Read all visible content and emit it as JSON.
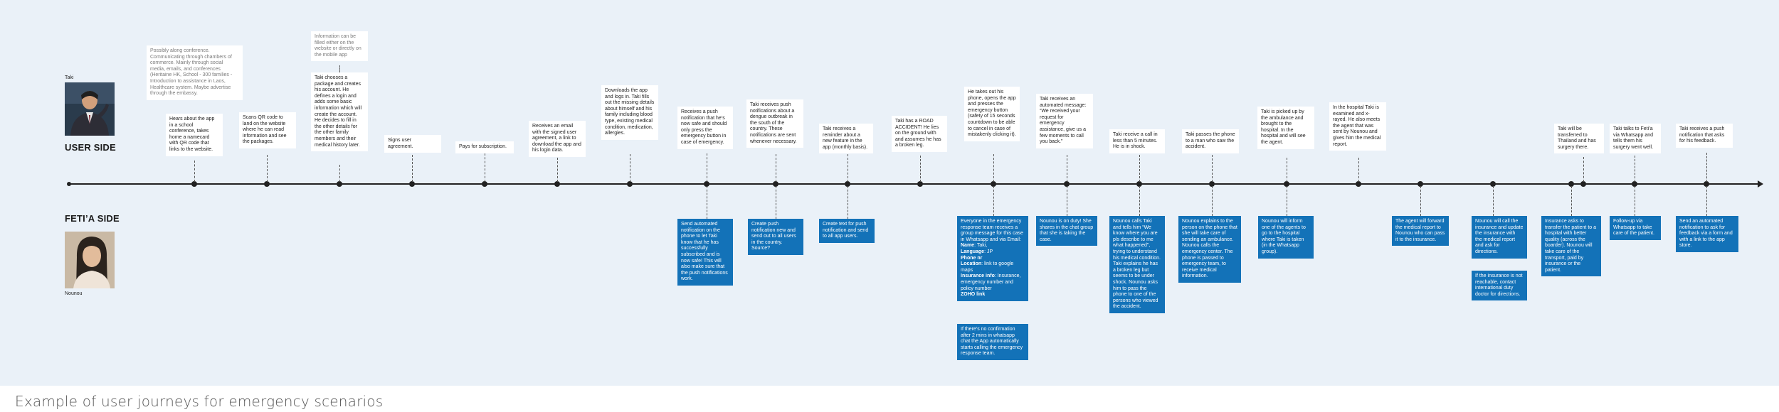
{
  "caption": "Example of user journeys for emergency scenarios",
  "personas": {
    "user": {
      "small_label": "Taki",
      "side_title": "USER SIDE"
    },
    "agent": {
      "side_title": "FETI’A SIDE",
      "small_label": "Nounou"
    }
  },
  "user_notes": [
    "Possibly along conference. Communicating through chambers of commerce. Mainly through social media, emails, and conferences (Heritaine HK, School - 300 families - Introduction to assistance in Laos, Healthcare system. Maybe advertise through the embassy.",
    "Information can be filled either on the website or directly on the mobile app"
  ],
  "user_steps": [
    "Hears about the app in a school conference, takes home a namecard with QR code that links to the website.",
    "Scans QR code to land on the website where he can read information and see the packages.",
    "Taki chooses a package and creates his account. He defines a login and adds some basic information which will create the account.\nHe decides to fill in the other details for the other family members and their medical history later.",
    "Signs user agreement.",
    "Pays for subscription.",
    "Receives an email with the signed user agreement, a link to download the app and his login data.",
    "Downloads the app and logs in. Taki fills out the missing details about himself and his family including blood type, existing medical condition, medication, allergies.",
    "Receives a push notification that he’s now safe and should only press the emergency button in case of emergency.",
    "Taki receives push notifications about a dengue outbreak in the south of the country. These notifications are sent whenever necessary.",
    "Taki receives a reminder about a new feature in the app (monthly basis).",
    "Taki has a ROAD ACCIDENT! He lies on the ground with and assumes he has a broken leg.",
    "He takes out his phone, opens the app and presses the emergency button (safety of 15 seconds countdown to be able to cancel in case of mistakenly clicking it).",
    "Taki receives an automated message: “We received your request for emergency assistance, give us a few moments to call you back.”",
    "Taki receive a call in less than 5 minutes. He is in shock.",
    "Taki passes the phone to a man who saw the accident.",
    "Taki is picked up by the ambulance and brought to the hospital. In the hospital and will see the agent.",
    "In the hospital Taki is examined and x-rayed. He also meets the agent that was sent by Nounou and gives him the medical report.",
    "Taki will be transferred to Thailand and has surgery there.",
    "Taki talks to Feti’a via Whatsapp and tells them his surgery went well.",
    "Taki receives a push notification that asks for his feedback."
  ],
  "agent_steps": [
    "Send automated notification on the phone to let Taki know that he has successfully subscribed and is now safe! This will also make sure that the push notifications work.",
    "Create push notification new and send out to all users in the country.\nSource?",
    "Create text for push notification and send to all app users.",
    "Nounou is on duty! She shares in the chat group that she is taking the case.",
    "Nounou calls Taki and tells him “We know where you are pls describe to me what happened”, trying to understand his medical condition. Taki explains he has a broken leg but seems to be under shock. Nounou asks him to pass the phone to one of the persons who viewed the accident.",
    "Nounou explains to the person on the phone that she will take care of sending an ambulance. Nounou calls the emergency center. The phone is passed to emergency team, to receive medical information.",
    "Nounou will inform one of the agents to go to the hospital where Taki is taken (in the Whatsapp group).",
    "The agent will forward the medical report to Nounou who can pass it to the insurance.",
    "Nounou will call the insurance and update the insurance with the medical report and ask for directions.",
    "Insurance asks to transfer the patient to a hospital with better quality (across the boarder). Nounou will take care of the transport, paid by insurance or the patient.",
    "Follow-up via Whatsapp to take care of the patient.",
    "Send an automated notification to ask for feedback via a form and with a link to the app store."
  ],
  "emergency_card": {
    "intro": "Everyone in the emergency response team receives a group message for this case in Whatsapp and via Email:",
    "name_label": "Name",
    "name_value": "Taki,",
    "language_label": "Language",
    "language_value": "JP",
    "phone_label": "Phone nr",
    "location_label": "Location",
    "location_value": "link to google maps",
    "insurance_label": "Insurance info",
    "insurance_value": "Insurance, emergency number and policy number",
    "zoho_label": "ZOHO link"
  },
  "agent_followups": [
    "If there’s no confirmation after 2 mins in whatsapp chat the App automatically starts calling the emergency response team.",
    "If the insurance is not reachable, contact international duty doctor for directions."
  ],
  "colors": {
    "board": "#eaf1f8",
    "agent_card": "#1372b8",
    "timeline": "#222222"
  }
}
